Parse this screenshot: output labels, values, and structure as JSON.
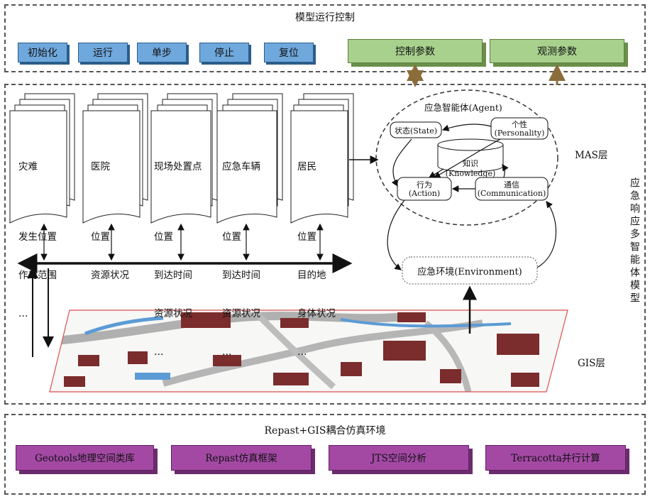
{
  "control_panel": {
    "title": "模型运行控制",
    "buttons": [
      "初始化",
      "运行",
      "单步",
      "停止",
      "复位"
    ],
    "params": [
      "控制参数",
      "观测参数"
    ]
  },
  "model_panel": {
    "side_title": "应急响应多智能体模型",
    "mas_label": "MAS层",
    "gis_label": "GIS层",
    "documents": [
      {
        "title": "灾难",
        "lines": [
          "发生位置",
          "作用范围",
          "…"
        ]
      },
      {
        "title": "医院",
        "lines": [
          "位置",
          "资源状况"
        ]
      },
      {
        "title": "现场处置点",
        "lines": [
          "位置",
          "到达时间",
          "资源状况",
          "…"
        ]
      },
      {
        "title": "应急车辆",
        "lines": [
          "位置",
          "到达时间",
          "资源状况",
          "…"
        ]
      },
      {
        "title": "居民",
        "lines": [
          "位置",
          "目的地",
          "身体状况",
          "…"
        ]
      }
    ],
    "agent": {
      "title": "应急智能体(Agent)",
      "state": "状态(State)",
      "personality_1": "个性",
      "personality_2": "(Personality)",
      "knowledge": "知识(Knowledge)",
      "action_1": "行为",
      "action_2": "(Action)",
      "communication_1": "通信",
      "communication_2": "(Communication)"
    },
    "environment": "应急环境(Environment)"
  },
  "platform_panel": {
    "title": "Repast+GIS耦合仿真环境",
    "items": [
      "Geotools地理空间类库",
      "Repast仿真框架",
      "JTS空间分析",
      "Terracotta并行计算"
    ]
  },
  "colors": {
    "blue_button": "#6fa8dc",
    "green_button": "#a9d18e",
    "purple_button": "#a349a4",
    "arrow_brown": "#8b6d3a"
  }
}
